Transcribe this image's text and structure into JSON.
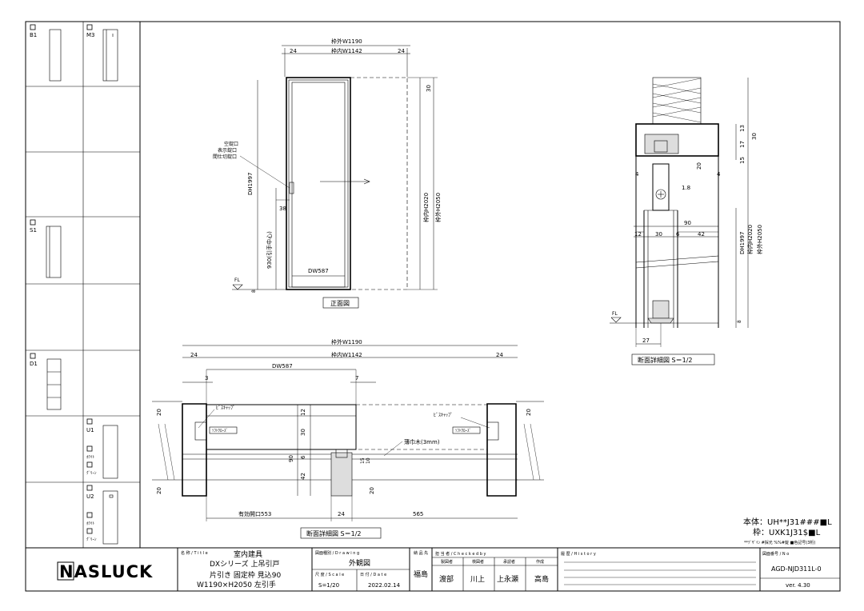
{
  "variants": {
    "b1": "B1",
    "m3": "M3",
    "s1": "S1",
    "d1": "D1",
    "u1": "U1",
    "u2": "U2",
    "white": "ﾎﾜｲﾄ",
    "green": "ｸﾞﾘｰﾝ"
  },
  "front_view": {
    "caption": "正面図",
    "dim_outer_w": "枠外W1190",
    "dim_inner_w": "枠内W1142",
    "dim_24a": "24",
    "dim_24b": "24",
    "dim_30": "30",
    "dim_inner_h": "枠内H2020",
    "dim_outer_h": "枠外H2050",
    "dh": "DH1997",
    "handle_h": "930(引手中心)",
    "dim_38": "38",
    "dw": "DW587",
    "fl": "FL",
    "fl_dim": "8",
    "lock_labels": [
      "空錠口",
      "表示錠口",
      "間仕切錠口"
    ]
  },
  "plan_view": {
    "caption": "断面詳細図 S＝1/2",
    "dim_outer_w": "枠外W1190",
    "dim_inner_w": "枠内W1142",
    "dim_24a": "24",
    "dim_24b": "24",
    "dw": "DW587",
    "dim_3": "3",
    "dim_7": "7",
    "dim_20a": "20",
    "dim_20b": "20",
    "dim_20c": "20",
    "dim_20d": "20",
    "dim_12": "12",
    "dim_30": "30",
    "dim_90": "90",
    "dim_6": "6",
    "dim_15": "15",
    "dim_10": "10",
    "dim_42": "42",
    "screw_cap_l": "ﾋﾞｽｷｬｯﾌﾟ",
    "screw_cap_r": "ﾋﾞｽｷｬｯﾌﾟ",
    "soft_close_l": "ｿﾌﾄｸﾛｰｽﾞ",
    "soft_close_r": "ｿﾌﾄｸﾛｰｽﾞ",
    "thin_strip": "薄巾木(3mm)",
    "opening": "有効開口553",
    "dim_24c": "24",
    "dim_565": "565"
  },
  "section_view": {
    "caption": "断面詳細図 S＝1/2",
    "dim_13": "13",
    "dim_17": "17",
    "dim_30": "30",
    "dim_15": "15",
    "dim_4a": "4",
    "dim_4b": "4",
    "dim_20": "20",
    "dim_1_8": "1.8",
    "dim_90": "90",
    "dim_12": "12",
    "dim_30b": "30",
    "dim_6": "6",
    "dim_42": "42",
    "dh": "DH1997",
    "inner_h": "枠内H2020",
    "outer_h": "枠外H2050",
    "fl": "FL",
    "dim_8": "8",
    "dim_27": "27"
  },
  "spec": {
    "body": "本体：UH**J31###■L",
    "frame": "枠：UXK1J31$■L",
    "note": "**ﾃﾞｻﾞｲﾝ #採光 %%#錠 ■色記号(3桁)"
  },
  "title_block": {
    "logo": "NASLUCK",
    "title_label": "名 称 / T i t l e",
    "title_1": "室内建具",
    "title_2": "DXシリーズ 上吊引戸",
    "title_3": "片引き 固定枠 見込90",
    "title_4": "W1190×H2050 左引手",
    "drawing_label": "図面種別 / D r a w i n g",
    "drawing": "外観図",
    "scale_label": "尺 度 / S c a l e",
    "scale": "S=1/20",
    "date_label": "日 付 / D a t e",
    "date": "2022.02.14",
    "client_label": "納 品 先",
    "client": "福島",
    "check_label": "担 当 者 / C h e c k e d b y",
    "roles": [
      "製図者",
      "検図者",
      "承認者",
      "作成"
    ],
    "names": [
      "渡部",
      "川上",
      "上永瀬",
      "高島"
    ],
    "history_label": "履 歴 / H i s t o r y",
    "number_label": "図面番号 / N o",
    "number": "AGD-NJD311L-0",
    "version": "ver. 4.30"
  }
}
